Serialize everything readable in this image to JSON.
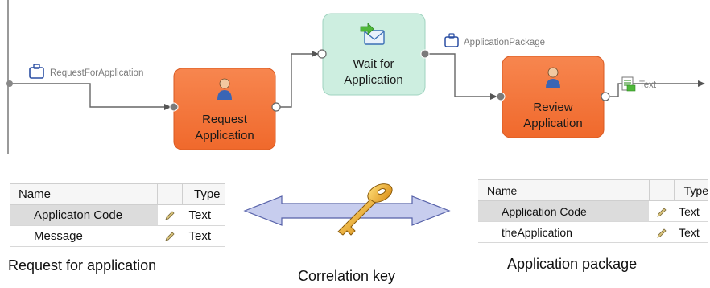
{
  "flow": {
    "input_label": "RequestForApplication",
    "nodes": {
      "request": {
        "line1": "Request",
        "line2": "Application",
        "color": "#f4733a"
      },
      "wait": {
        "line1": "Wait for",
        "line2": "Application",
        "color": "#cdeee0"
      },
      "review": {
        "line1": "Review",
        "line2": "Application",
        "color": "#f4733a"
      }
    },
    "package_label": "ApplicationPackage",
    "output_label": "Text"
  },
  "left_table": {
    "headers": {
      "name": "Name",
      "type": "Type"
    },
    "rows": [
      {
        "name": "Applicaton Code",
        "type": "Text"
      },
      {
        "name": "Message",
        "type": "Text"
      }
    ]
  },
  "right_table": {
    "headers": {
      "name": "Name",
      "type": "Type"
    },
    "rows": [
      {
        "name": "Application Code",
        "type": "Text"
      },
      {
        "name": "theApplication",
        "type": "Text"
      }
    ]
  },
  "captions": {
    "left": "Request for application",
    "center": "Correlation key",
    "right": "Application package"
  },
  "colors": {
    "accent_orange": "#f4733a",
    "wait_green": "#cdeee0",
    "arrow_fill": "#c7cdee",
    "key_gold": "#e9a62a"
  }
}
